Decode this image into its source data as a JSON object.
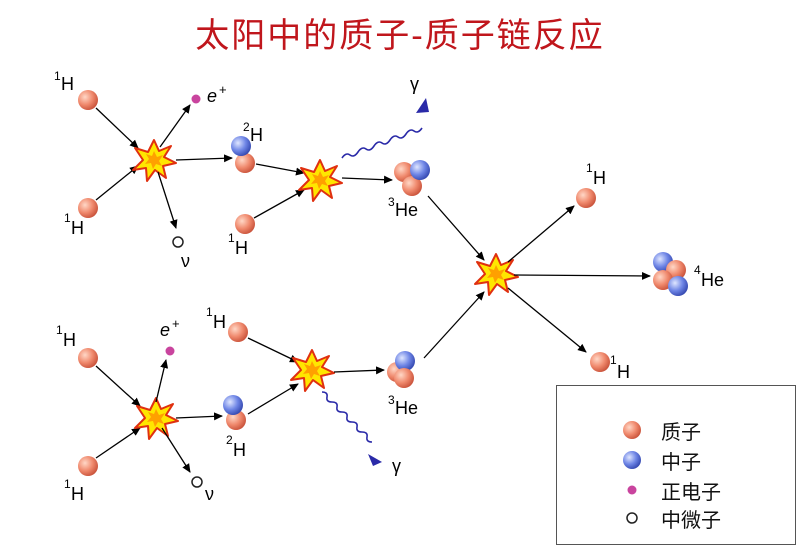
{
  "title": "太阳中的质子-质子链反应",
  "labels": {
    "h1": "H",
    "sup1": "1",
    "sup2": "2",
    "sup3": "3",
    "sup4": "4",
    "he": "He",
    "positron": "e",
    "plus": "+",
    "neutrino": "ν",
    "gamma": "γ"
  },
  "legend": [
    {
      "label": "质子",
      "marker": "proton"
    },
    {
      "label": "中子",
      "marker": "neutron"
    },
    {
      "label": "正电子",
      "marker": "positron"
    },
    {
      "label": "中微子",
      "marker": "neutrino"
    }
  ],
  "colors": {
    "title": "#c0161c",
    "proton": "#f08a6e",
    "neutron": "#6f86e6",
    "positron": "#c9449e",
    "gamma": "#2a2aa8",
    "burst": "#ffe600"
  }
}
